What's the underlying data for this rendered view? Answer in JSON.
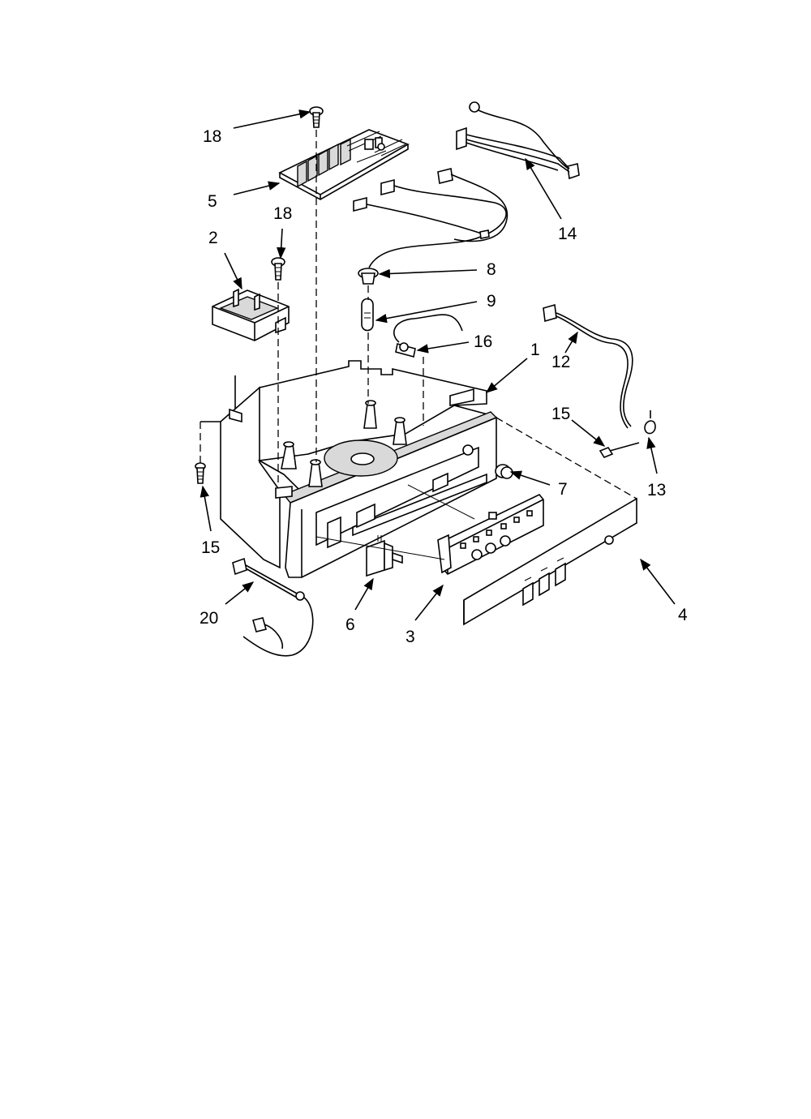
{
  "callouts": {
    "c18a": "18",
    "c5": "5",
    "c18b": "18",
    "c2": "2",
    "c14": "14",
    "c8": "8",
    "c9": "9",
    "c16": "16",
    "c1": "1",
    "c12": "12",
    "c15a": "15",
    "c13": "13",
    "c7": "7",
    "c15b": "15",
    "c20": "20",
    "c6": "6",
    "c3": "3",
    "c4": "4"
  }
}
